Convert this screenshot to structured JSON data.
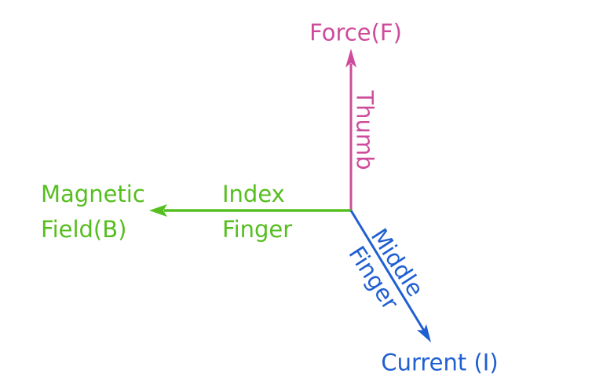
{
  "colors": {
    "background": "#ffffff",
    "force": "#ce4b9c",
    "magnetic_field": "#56be1e",
    "current": "#1f5fd1"
  },
  "arrows": {
    "force": {
      "direction": "up",
      "label": "Force(F)",
      "finger": "Thumb",
      "color": "#ce4b9c"
    },
    "magnetic_field": {
      "direction": "left",
      "label_line1": "Magnetic",
      "label_line2": "Field(B)",
      "finger_line1": "Index",
      "finger_line2": "Finger",
      "color": "#56be1e"
    },
    "current": {
      "direction": "down-right",
      "label": "Current (I)",
      "finger_line1": "Middle",
      "finger_line2": "Finger",
      "color": "#1f5fd1"
    }
  }
}
